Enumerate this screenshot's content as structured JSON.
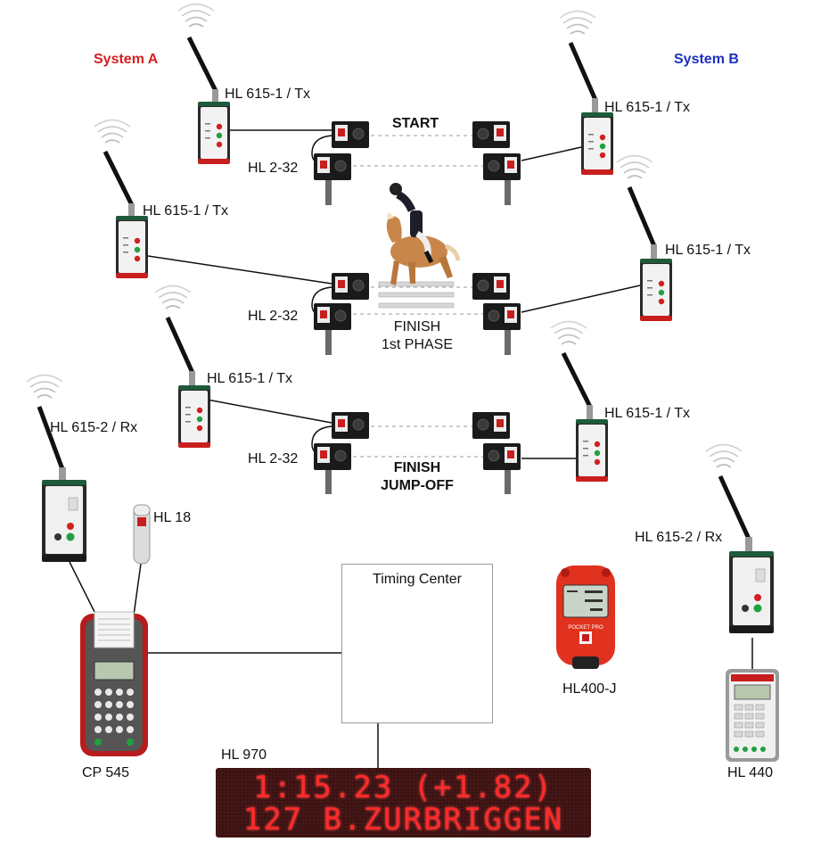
{
  "labels": {
    "system_a": "System A",
    "system_b": "System B",
    "start": "START",
    "finish_1st_line1": "FINISH",
    "finish_1st_line2": "1st PHASE",
    "finish_jo_line1": "FINISH",
    "finish_jo_line2": "JUMP-OFF",
    "tx_a_start": "HL 615-1 / Tx",
    "tx_b_start": "HL 615-1 / Tx",
    "tx_a_finish1": "HL 615-1 / Tx",
    "tx_b_finish1": "HL 615-1 / Tx",
    "tx_a_jumpoff": "HL 615-1 / Tx",
    "tx_b_jumpoff": "HL 615-1 / Tx",
    "photocell_start": "HL 2-32",
    "photocell_finish1": "HL 2-32",
    "photocell_jumpoff": "HL 2-32",
    "rx_a": "HL 615-2 / Rx",
    "rx_b": "HL 615-2 / Rx",
    "hl18": "HL 18",
    "timing_center": "Timing Center",
    "stopwatch": "HL400-J",
    "printer": "CP 545",
    "keypad": "HL 440",
    "display": "HL 970"
  },
  "display": {
    "line1": "1:15.23 (+1.82)",
    "line2": "127 B.ZURBRIGGEN"
  },
  "stopwatch_brand": "POCKET PRO",
  "colors": {
    "system_a": "#d42020",
    "system_b": "#1d2fc0",
    "device_body": "#2a2a2a",
    "device_face": "#f2f2f2",
    "accent_red": "#c81e1e",
    "led_red": "#ff2a2a"
  }
}
